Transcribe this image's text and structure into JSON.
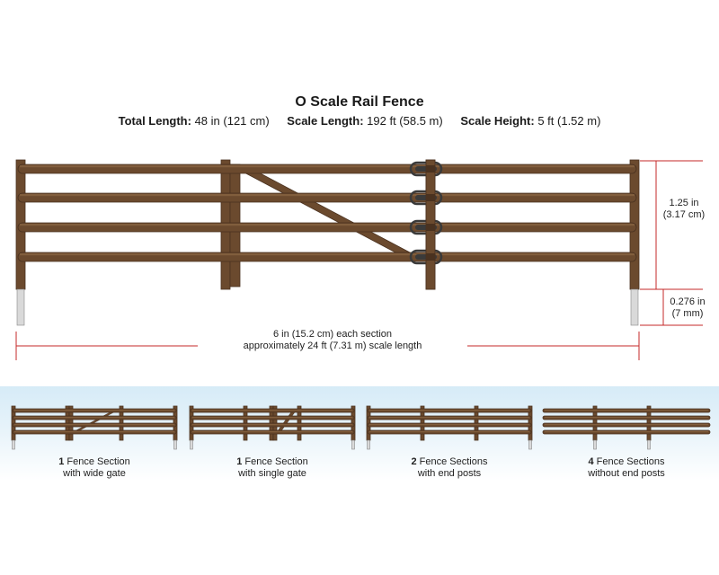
{
  "header": {
    "title": "O Scale Rail Fence",
    "specs": [
      {
        "label": "Total Length:",
        "value": "48 in (121 cm)"
      },
      {
        "label": "Scale Length:",
        "value": "192 ft (58.5 m)"
      },
      {
        "label": "Scale Height:",
        "value": "5 ft (1.52 m)"
      }
    ]
  },
  "dimensions": {
    "height_line1": "1.25 in",
    "height_line2": "(3.17 cm)",
    "pin_line1": "0.276 in",
    "pin_line2": "(7 mm)",
    "section_line1": "6 in (15.2 cm) each section",
    "section_line2": "approximately 24 ft (7.31 m) scale length"
  },
  "colors": {
    "wood": "#6b4a2e",
    "wood_dark": "#4a3220",
    "wood_highlight": "#8a6644",
    "dimension_line": "#c62828",
    "hinge": "#3a3a3a",
    "pin": "#d9d9d9",
    "band": "#d6ebf7"
  },
  "variants": [
    {
      "count": "1",
      "line1": "Fence Section",
      "line2": "with wide gate"
    },
    {
      "count": "1",
      "line1": "Fence Section",
      "line2": "with single gate"
    },
    {
      "count": "2",
      "line1": "Fence Sections",
      "line2": "with end posts"
    },
    {
      "count": "4",
      "line1": "Fence Sections",
      "line2": "without end posts"
    }
  ]
}
